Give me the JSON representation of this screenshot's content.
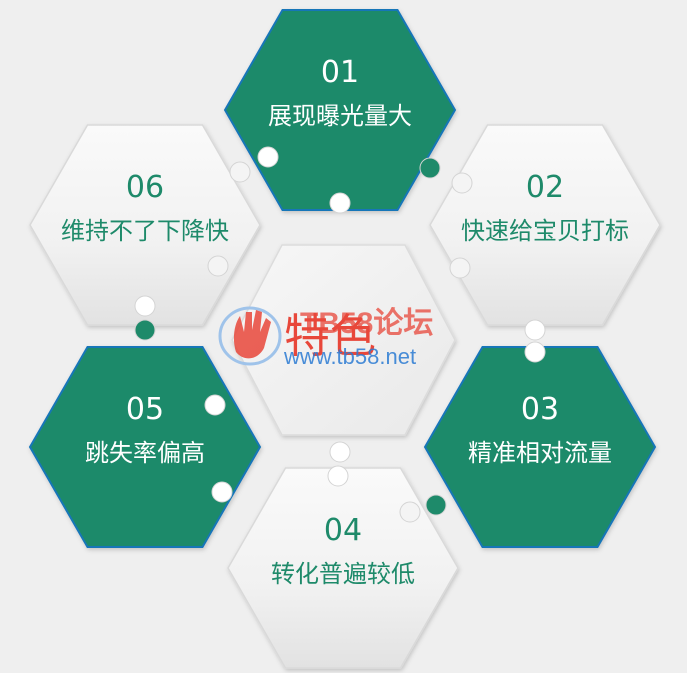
{
  "center": {
    "text": "特色"
  },
  "watermark": {
    "site_name": "TB58论坛",
    "url": "www.tb58.net",
    "logo_icon": "hand-icon"
  },
  "colors": {
    "green": "#1e8a6a",
    "green_stroke": "#1976b8",
    "white_face": "#f4f4f4",
    "white_shadow": "#d6d6d6",
    "text_on_green": "#ffffff",
    "text_on_white": "#1e8a6a",
    "watermark_red": "#e8473a",
    "watermark_blue": "#2b7bd3"
  },
  "items": [
    {
      "num": "01",
      "label": "展现曝光量大",
      "style": "green"
    },
    {
      "num": "02",
      "label": "快速给宝贝打标",
      "style": "white"
    },
    {
      "num": "03",
      "label": "精准相对流量",
      "style": "green"
    },
    {
      "num": "04",
      "label": "转化普遍较低",
      "style": "white"
    },
    {
      "num": "05",
      "label": "跳失率偏高",
      "style": "green"
    },
    {
      "num": "06",
      "label": "维持不了下降快",
      "style": "white"
    }
  ]
}
